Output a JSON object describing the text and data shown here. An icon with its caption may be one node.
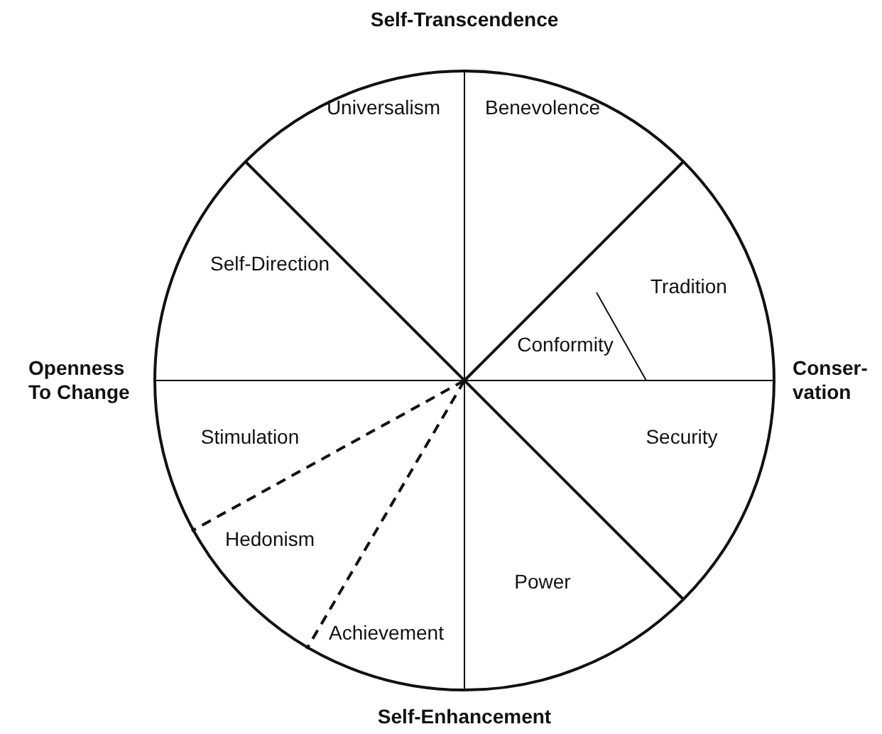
{
  "diagram": {
    "labels": [
      "Self-Transcendence",
      "Universalism",
      "Benevolence",
      "Tradition",
      "Self-Direction",
      "Conformity",
      "Openness To Change",
      "Conser-vation",
      "Stimulation",
      "Security",
      "Hedonism",
      "Power",
      "Achievement",
      "Self-Enhancement"
    ]
  }
}
